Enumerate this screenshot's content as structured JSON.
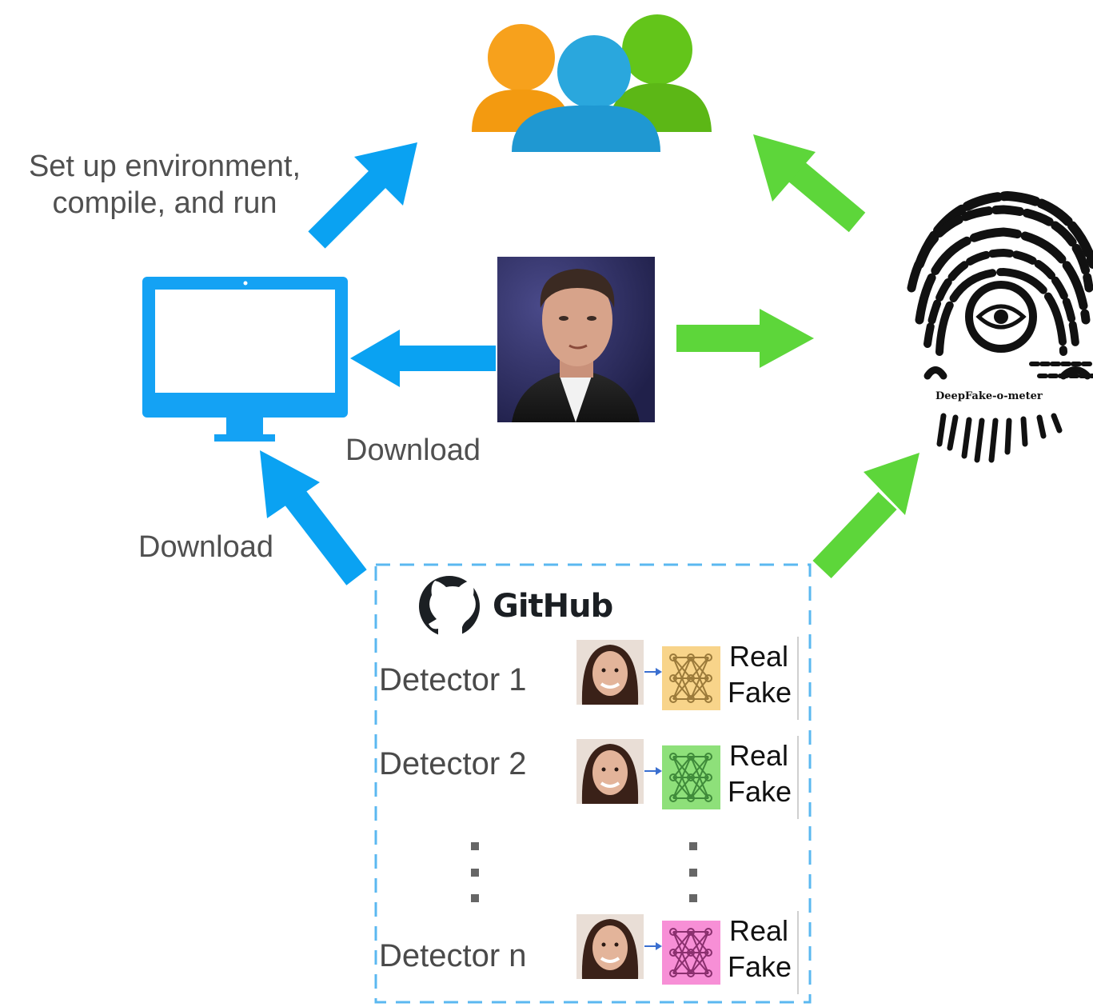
{
  "labels": {
    "setup_line1": "Set up environment,",
    "setup_line2": "compile, and run",
    "download_video": "Download",
    "download_code": "Download"
  },
  "github": {
    "brand": "GitHub"
  },
  "dfm": {
    "brand": "DeepFake-o-meter"
  },
  "detectors": [
    {
      "name": "Detector 1",
      "out_real": "Real",
      "out_fake": "Fake",
      "net_color": "#f8d48a",
      "net_line": "#9b7a3a"
    },
    {
      "name": "Detector 2",
      "out_real": "Real",
      "out_fake": "Fake",
      "net_color": "#8ee07a",
      "net_line": "#3f8a3a"
    },
    {
      "name": "Detector n",
      "out_real": "Real",
      "out_fake": "Fake",
      "net_color": "#f78fd6",
      "net_line": "#8a2f6e"
    }
  ],
  "colors": {
    "blue_arrow": "#0aa2f2",
    "green_arrow": "#5dd63a",
    "monitor": "#14a2f4",
    "dashed_border": "#5bb8f0"
  },
  "icons": {
    "users": "users-group-icon",
    "monitor": "monitor-icon",
    "fingerprint": "fingerprint-eye-icon",
    "github": "github-icon",
    "face": "face-photo-icon",
    "network": "neural-network-icon"
  }
}
